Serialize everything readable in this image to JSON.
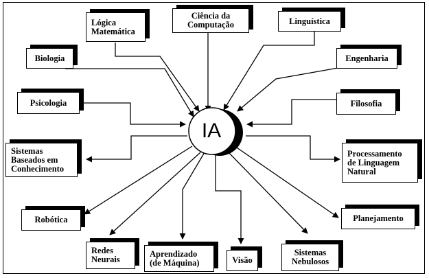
{
  "hub": {
    "label": "IA"
  },
  "inputs": {
    "logica_matematica": "Lógica\nMatemática",
    "ciencia_computacao": "Ciência da\nComputação",
    "linguistica": "Linguística",
    "biologia": "Biologia",
    "engenharia": "Engenharia",
    "psicologia": "Psicologia",
    "filosofia": "Filosofia"
  },
  "outputs": {
    "sistemas_baseados": "Sistemas\nBaseados em\nConhecimento",
    "processamento_linguagem": "Processamento\nde Linguagem\nNatural",
    "robotica": "Robótica",
    "planejamento": "Planejamento",
    "redes_neurais": "Redes\nNeurais",
    "aprendizado": "Aprendizado\n(de Máquina)",
    "visao": "Visão",
    "sistemas_nebulosos": "Sistemas\nNebulosos"
  }
}
